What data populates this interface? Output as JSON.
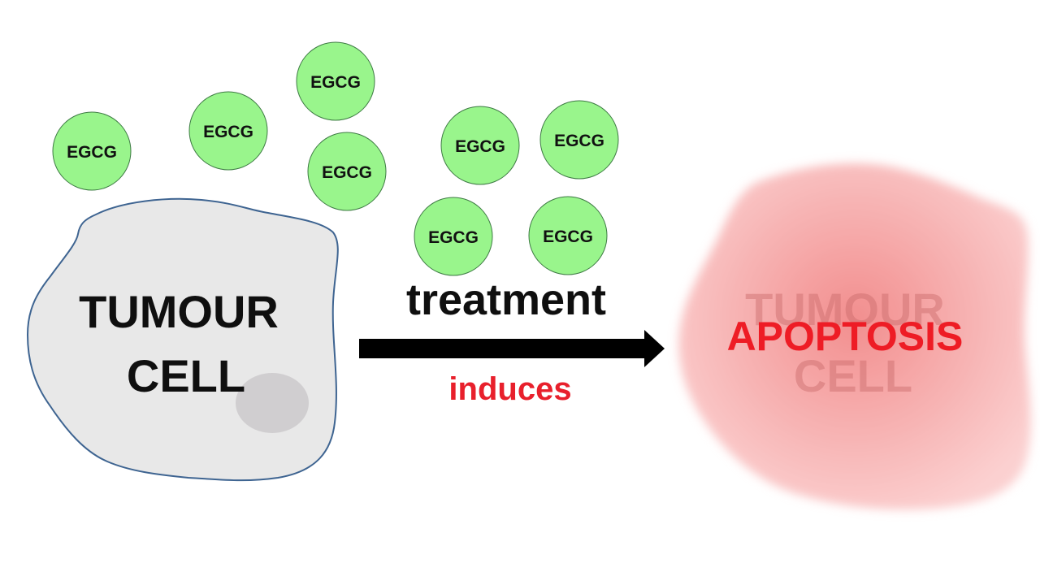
{
  "molecule": {
    "label": "EGCG",
    "fill": "#99f58c",
    "stroke": "#3d7a43"
  },
  "source_cell": {
    "line1": "TUMOUR",
    "line2": "CELL",
    "fill": "#e8e8e8",
    "stroke": "#3e6491",
    "nucleus_fill": "#d0ced0"
  },
  "arrow": {
    "top_label": "treatment",
    "bottom_label": "induces",
    "bottom_color": "#e8202c"
  },
  "result_cell": {
    "ghost_line1": "TUMOUR",
    "ghost_line2": "CELL",
    "label": "APOPTOSIS",
    "label_color": "#ee1c25",
    "fill_center": "#f28e8e",
    "fill_edge": "#fac9c9"
  }
}
